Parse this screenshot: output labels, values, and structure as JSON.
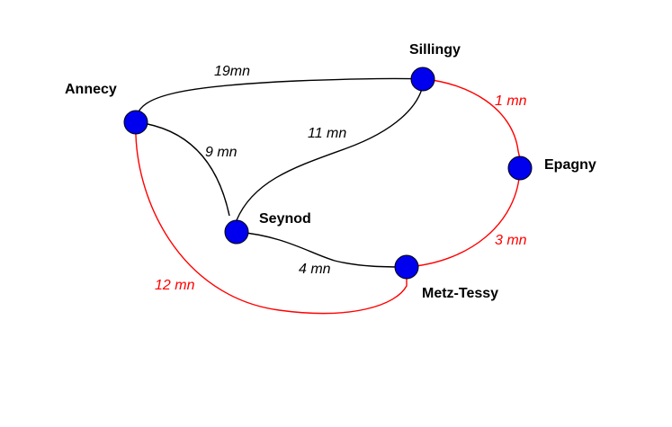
{
  "colors": {
    "node_fill": "#0000ee",
    "node_stroke": "#000000",
    "edge_default": "#000000",
    "edge_highlight": "#ff0000",
    "label_default": "#000000",
    "label_highlight": "#ff0000"
  },
  "nodes": {
    "annecy": "Annecy",
    "sillingy": "Sillingy",
    "epagny": "Epagny",
    "seynod": "Seynod",
    "metz_tessy": "Metz-Tessy"
  },
  "edges": [
    {
      "from": "Annecy",
      "to": "Sillingy",
      "label": "19mn",
      "highlight": false
    },
    {
      "from": "Annecy",
      "to": "Seynod",
      "label": "9 mn",
      "highlight": false
    },
    {
      "from": "Seynod",
      "to": "Sillingy",
      "label": "11 mn",
      "highlight": false
    },
    {
      "from": "Seynod",
      "to": "Metz-Tessy",
      "label": "4 mn",
      "highlight": false
    },
    {
      "from": "Sillingy",
      "to": "Epagny",
      "label": "1 mn",
      "highlight": true
    },
    {
      "from": "Epagny",
      "to": "Metz-Tessy",
      "label": "3 mn",
      "highlight": true
    },
    {
      "from": "Annecy",
      "to": "Metz-Tessy",
      "label": "12 mn",
      "highlight": true
    }
  ]
}
